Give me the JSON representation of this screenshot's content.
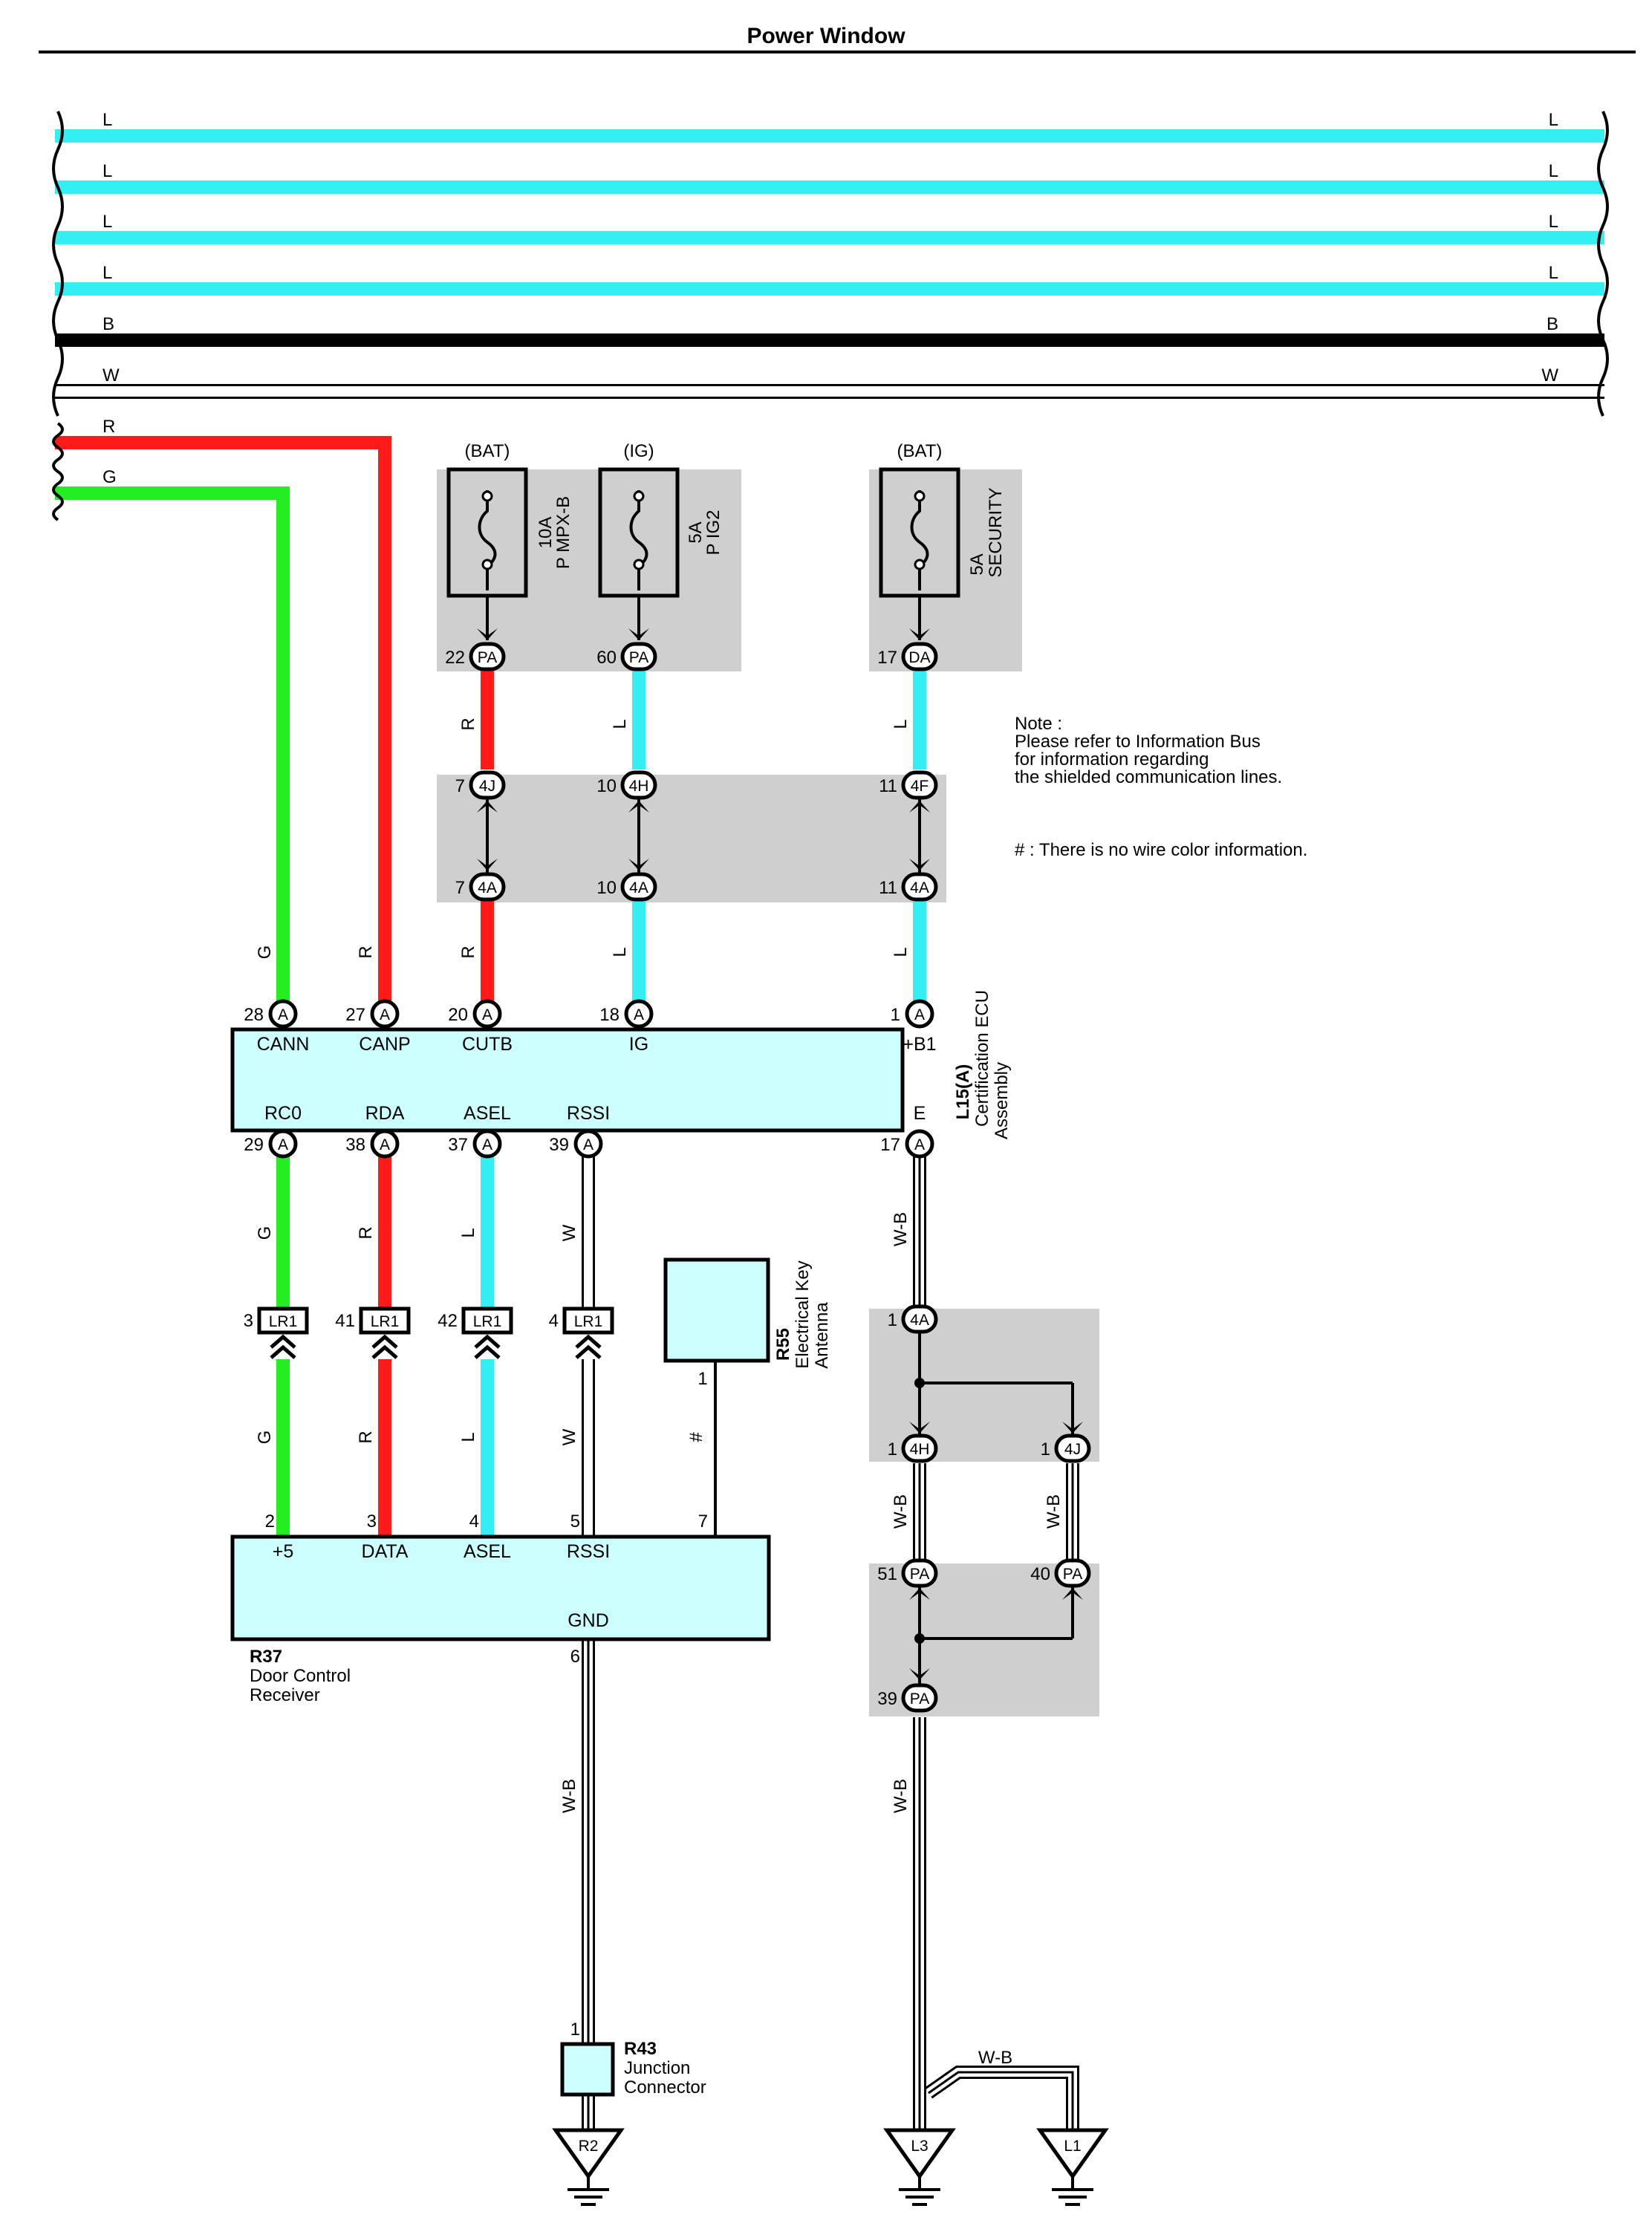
{
  "title": "Power Window",
  "colors": {
    "L": "#33eef3",
    "R": "#ff1a1a",
    "G": "#22ee22",
    "B": "#000000",
    "W": "#ffffff",
    "W-B": "#ffffff",
    "component_fill": "#ccffff",
    "shade": "#cfcfcf"
  },
  "bus_wires": [
    {
      "left": "L",
      "right": "L"
    },
    {
      "left": "L",
      "right": "L"
    },
    {
      "left": "L",
      "right": "L"
    },
    {
      "left": "L",
      "right": "L"
    },
    {
      "left": "B",
      "right": "B"
    },
    {
      "left": "W",
      "right": "W"
    },
    {
      "left": "R",
      "right": ""
    },
    {
      "left": "G",
      "right": ""
    }
  ],
  "fuses": [
    {
      "source": "(BAT)",
      "rating": "10A",
      "name": "P MPX-B",
      "pin": "22",
      "connector": "PA"
    },
    {
      "source": "(IG)",
      "rating": "5A",
      "name": "P IG2",
      "pin": "60",
      "connector": "PA"
    },
    {
      "source": "(BAT)",
      "rating": "5A",
      "name": "SECURITY",
      "pin": "17",
      "connector": "DA"
    }
  ],
  "junction_4": {
    "upper": [
      {
        "pin": "7",
        "connector": "4J"
      },
      {
        "pin": "10",
        "connector": "4H"
      },
      {
        "pin": "11",
        "connector": "4F"
      }
    ],
    "lower": [
      {
        "pin": "7",
        "connector": "4A"
      },
      {
        "pin": "10",
        "connector": "4A"
      },
      {
        "pin": "11",
        "connector": "4A"
      }
    ]
  },
  "wire_labels": {
    "fuse1": "R",
    "fuse2": "L",
    "fuse3": "L",
    "canN": "G",
    "canP": "R",
    "cutb": "R",
    "ig": "L",
    "b1": "L",
    "rc0_upper": "G",
    "rda_upper": "R",
    "asel_upper": "L",
    "rssi_upper": "W",
    "rc0_lower": "G",
    "rda_lower": "R",
    "asel_lower": "L",
    "rssi_lower": "W",
    "antenna": "#",
    "gnd_recv": "W-B",
    "e_upper": "W-B",
    "e_mid_left": "W-B",
    "e_mid_right": "W-B",
    "e_lower": "W-B",
    "ground_link": "W-B"
  },
  "note": {
    "line1": "Note :",
    "line2": "Please refer to Information Bus",
    "line3": "for information regarding",
    "line4": "the shielded communication lines.",
    "hash_note": "# : There is no wire color information."
  },
  "ecu": {
    "code": "L15(A)",
    "name_line1": "Certification ECU",
    "name_line2": "Assembly",
    "connector": "A",
    "top_pins": [
      {
        "pin": "28",
        "term": "CANN"
      },
      {
        "pin": "27",
        "term": "CANP"
      },
      {
        "pin": "20",
        "term": "CUTB"
      },
      {
        "pin": "18",
        "term": "IG"
      },
      {
        "pin": "1",
        "term": "+B1"
      }
    ],
    "bottom_pins": [
      {
        "pin": "29",
        "term": "RC0"
      },
      {
        "pin": "38",
        "term": "RDA"
      },
      {
        "pin": "37",
        "term": "ASEL"
      },
      {
        "pin": "39",
        "term": "RSSI"
      },
      {
        "pin": "17",
        "term": "E"
      }
    ]
  },
  "lr1": [
    {
      "pin": "3",
      "connector": "LR1"
    },
    {
      "pin": "41",
      "connector": "LR1"
    },
    {
      "pin": "42",
      "connector": "LR1"
    },
    {
      "pin": "4",
      "connector": "LR1"
    }
  ],
  "antenna": {
    "code": "R55",
    "name_line1": "Electrical Key",
    "name_line2": "Antenna",
    "pin": "1"
  },
  "receiver": {
    "code": "R37",
    "name_line1": "Door Control",
    "name_line2": "Receiver",
    "top_pins": [
      {
        "pin": "2",
        "term": "+5"
      },
      {
        "pin": "3",
        "term": "DATA"
      },
      {
        "pin": "4",
        "term": "ASEL"
      },
      {
        "pin": "5",
        "term": "RSSI"
      },
      {
        "pin": "7",
        "term": ""
      }
    ],
    "gnd_term": "GND",
    "gnd_pin": "6"
  },
  "junction_connector": {
    "code": "R43",
    "name_line1": "Junction",
    "name_line2": "Connector",
    "pin": "1"
  },
  "ground_junctions": {
    "j1": {
      "pin": "1",
      "connector": "4A"
    },
    "j2": {
      "pin": "1",
      "connector": "4H"
    },
    "j3": {
      "pin": "1",
      "connector": "4J"
    },
    "j4": {
      "pin": "51",
      "connector": "PA"
    },
    "j5": {
      "pin": "40",
      "connector": "PA"
    },
    "j6": {
      "pin": "39",
      "connector": "PA"
    }
  },
  "grounds": [
    "R2",
    "L3",
    "L1"
  ]
}
